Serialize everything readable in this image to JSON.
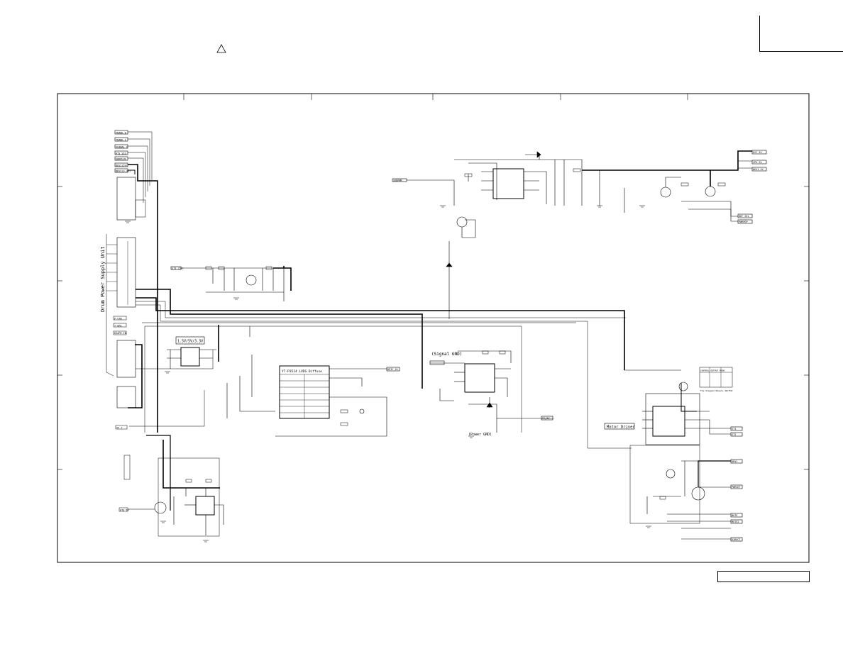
{
  "sheet": {
    "border_color": "#000000",
    "background": "#ffffff",
    "warning_icon": "caution-triangle-icon"
  },
  "blocks": {
    "power_supply_label": "Drum Power Supply Unit",
    "ic_top_left_label": "1.5V/5V/3.3V",
    "ic_middle_label": "Y7-P3514 LVDS Diffuse",
    "signal_gnd_label": "(Signal GND)",
    "power_gnd_label": "(Power GND)",
    "motor_driver_label": "Motor Driver",
    "table_header": "CONTROL  OUTPUT  MODE",
    "table_note": "The Stepped Wheels SW/FCW"
  },
  "connectors": {
    "left_top": [
      "TRADE 0",
      "TRADE 1",
      "VGIBAL 1",
      "ATS SIG",
      "SURPLUS",
      "DEVI(5V)",
      "DEVI(3.3V)"
    ],
    "left_mid": [
      "P-VTW",
      "T-GPS",
      "DIAPH IN"
    ],
    "left_bottom_a": "TF 7",
    "left_bottom_b": "ATS 5V",
    "right_top": [
      "EXT 5V",
      "CPU 5V",
      "DEVI 5V"
    ],
    "right_mid": [
      "REF SEL",
      "PWRPOP"
    ],
    "right_motor": [
      "ST1",
      "ST2"
    ],
    "right_bottom": [
      "DRV1",
      "PWRSET",
      "MUTE",
      "MUTE2",
      "DIRECT"
    ],
    "mid_in": "ST1 (5V)",
    "top_in": "SUBPWR",
    "mid_right_out": "DPIF 5V",
    "mid_out": "PC/5V"
  }
}
